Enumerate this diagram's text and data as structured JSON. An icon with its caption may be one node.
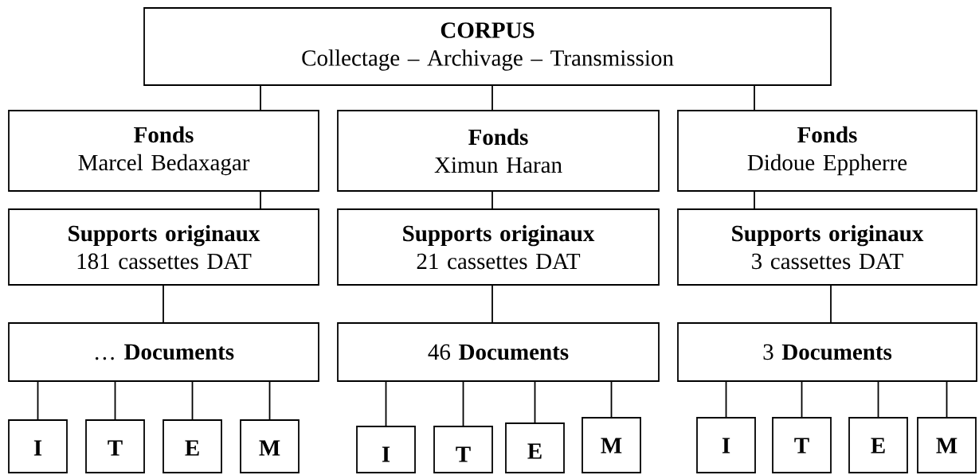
{
  "diagram": {
    "nodes": [
      {
        "text": [
          "CORPUS",
          "Collectage – Archivage – Transmission"
        ]
      },
      {
        "text": [
          "Fonds",
          "Marcel Bedaxagar"
        ]
      },
      {
        "text": [
          "Fonds",
          "Ximun Haran"
        ]
      },
      {
        "text": [
          "Fonds",
          "Didoue Eppherre"
        ]
      },
      {
        "text": [
          "Supports originaux",
          "181 cassettes DAT"
        ]
      },
      {
        "text": [
          "Supports originaux",
          "21 cassettes DAT"
        ]
      },
      {
        "text": [
          "Supports originaux",
          "3 cassettes DAT"
        ]
      },
      {
        "text": [
          "… **Documents**"
        ]
      },
      {
        "text": [
          "46 **Documents**"
        ]
      },
      {
        "text": [
          "3 **Documents**"
        ]
      },
      {
        "text": [
          "I"
        ]
      },
      {
        "text": [
          "T"
        ]
      },
      {
        "text": [
          "E"
        ]
      },
      {
        "text": [
          "M"
        ]
      },
      {
        "text": [
          "I"
        ]
      },
      {
        "text": [
          "T"
        ]
      },
      {
        "text": [
          "E"
        ]
      },
      {
        "text": [
          "M"
        ]
      },
      {
        "text": [
          "I"
        ]
      },
      {
        "text": [
          "T"
        ]
      },
      {
        "text": [
          "E"
        ]
      },
      {
        "text": [
          "M"
        ]
      }
    ],
    "edges": [
      {
        "from": 0,
        "to": 1,
        "arrow": "none"
      },
      {
        "from": 0,
        "to": 2,
        "arrow": "none"
      },
      {
        "from": 0,
        "to": 3,
        "arrow": "none"
      },
      {
        "from": 1,
        "to": 4,
        "arrow": "none"
      },
      {
        "from": 2,
        "to": 5,
        "arrow": "none"
      },
      {
        "from": 3,
        "to": 6,
        "arrow": "none"
      },
      {
        "from": 4,
        "to": 7,
        "arrow": "none"
      },
      {
        "from": 5,
        "to": 8,
        "arrow": "none"
      },
      {
        "from": 6,
        "to": 9,
        "arrow": "none"
      },
      {
        "from": 7,
        "to": 10,
        "arrow": "none"
      },
      {
        "from": 7,
        "to": 11,
        "arrow": "none"
      },
      {
        "from": 7,
        "to": 12,
        "arrow": "none"
      },
      {
        "from": 7,
        "to": 13,
        "arrow": "none"
      },
      {
        "from": 8,
        "to": 14,
        "arrow": "none"
      },
      {
        "from": 8,
        "to": 15,
        "arrow": "none"
      },
      {
        "from": 8,
        "to": 16,
        "arrow": "none"
      },
      {
        "from": 8,
        "to": 17,
        "arrow": "none"
      },
      {
        "from": 9,
        "to": 18,
        "arrow": "none"
      },
      {
        "from": 9,
        "to": 19,
        "arrow": "none"
      },
      {
        "from": 9,
        "to": 20,
        "arrow": "none"
      },
      {
        "from": 9,
        "to": 21,
        "arrow": "none"
      }
    ]
  }
}
